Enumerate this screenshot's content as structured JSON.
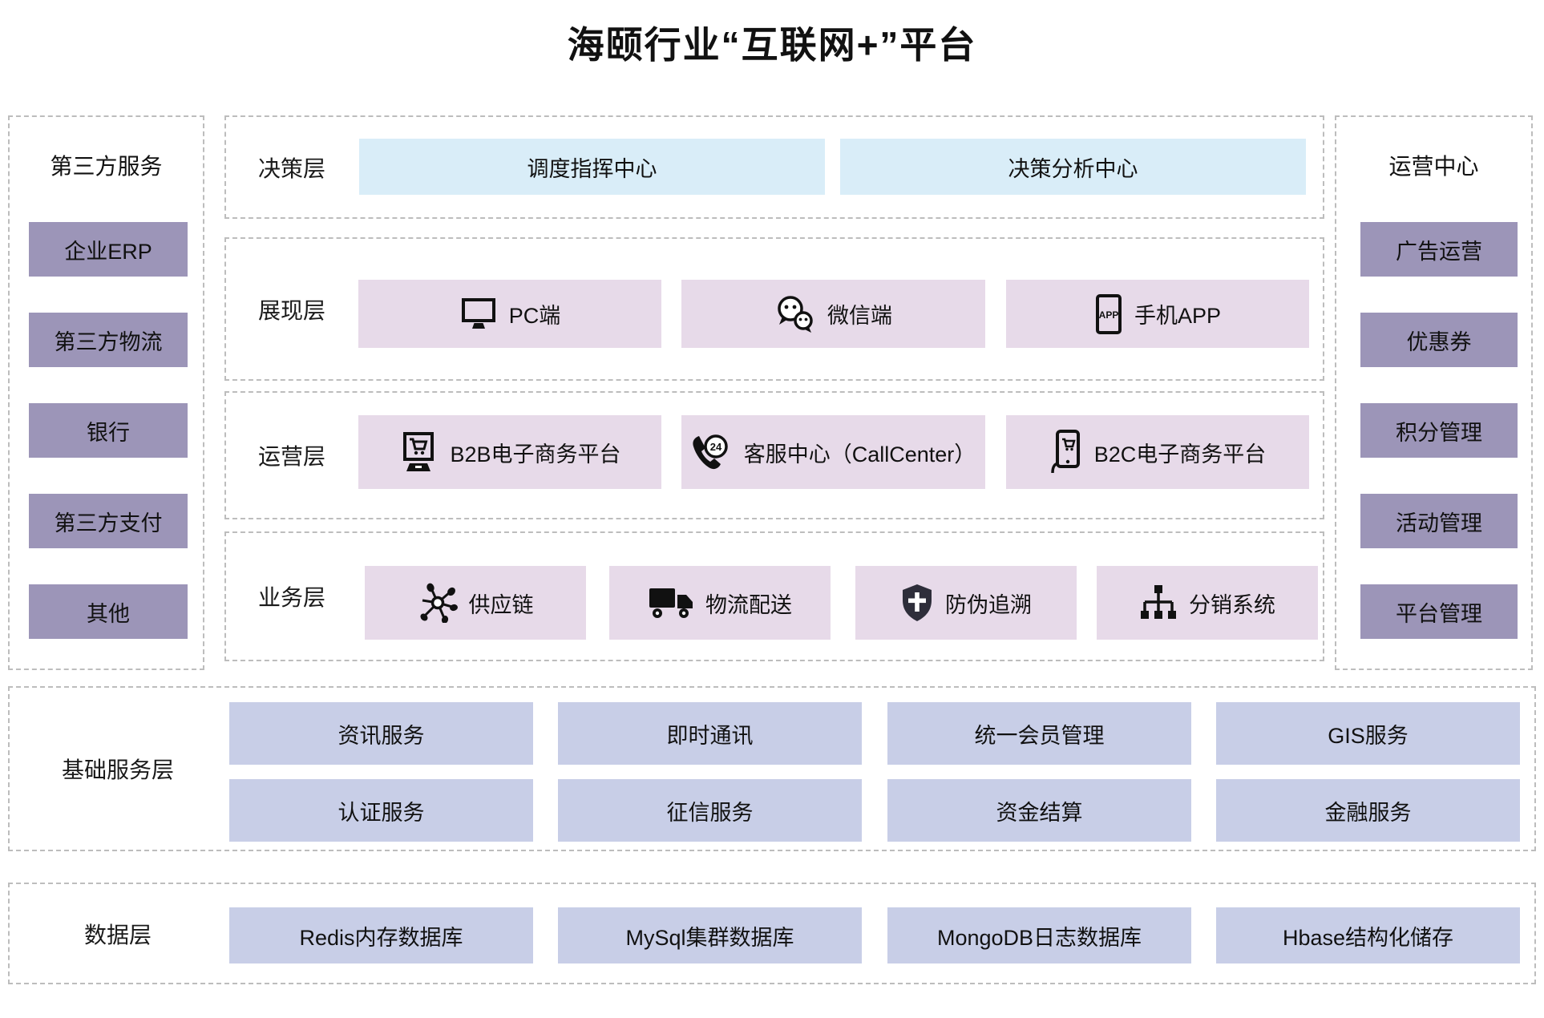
{
  "title": "海颐行业“互联网+”平台",
  "left_sidebar": {
    "title": "第三方服务",
    "items": [
      "企业ERP",
      "第三方物流",
      "银行",
      "第三方支付",
      "其他"
    ]
  },
  "right_sidebar": {
    "title": "运营中心",
    "items": [
      "广告运营",
      "优惠券",
      "积分管理",
      "活动管理",
      "平台管理"
    ]
  },
  "layers": {
    "decision": {
      "label": "决策层",
      "items": [
        "调度指挥中心",
        "决策分析中心"
      ]
    },
    "presentation": {
      "label": "展现层",
      "items": [
        {
          "icon": "monitor-icon",
          "label": "PC端"
        },
        {
          "icon": "wechat-icon",
          "label": "微信端"
        },
        {
          "icon": "phone-app-icon",
          "label": "手机APP"
        }
      ]
    },
    "operation": {
      "label": "运营层",
      "items": [
        {
          "icon": "b2b-ecommerce-icon",
          "label": "B2B电子商务平台"
        },
        {
          "icon": "callcenter-24h-icon",
          "label": "客服中心（CallCenter）"
        },
        {
          "icon": "b2c-ecommerce-icon",
          "label": "B2C电子商务平台"
        }
      ]
    },
    "business": {
      "label": "业务层",
      "items": [
        {
          "icon": "supply-chain-icon",
          "label": "供应链"
        },
        {
          "icon": "logistics-truck-icon",
          "label": "物流配送"
        },
        {
          "icon": "anti-counterfeit-shield-icon",
          "label": "防伪追溯"
        },
        {
          "icon": "distribution-tree-icon",
          "label": "分销系统"
        }
      ]
    }
  },
  "base_service": {
    "label": "基础服务层",
    "rows": [
      [
        "资讯服务",
        "即时通讯",
        "统一会员管理",
        "GIS服务"
      ],
      [
        "认证服务",
        "征信服务",
        "资金结算",
        "金融服务"
      ]
    ]
  },
  "data_layer": {
    "label": "数据层",
    "items": [
      "Redis内存数据库",
      "MySql集群数据库",
      "MongoDB日志数据库",
      "Hbase结构化储存"
    ]
  },
  "colors": {
    "sidebar_box": "#9c95b8",
    "decision_box": "#d9edf8",
    "middle_box": "#e7dae9",
    "bottom_box": "#c8cee7",
    "dashed_border": "#bdbdbd",
    "text": "#111111"
  }
}
